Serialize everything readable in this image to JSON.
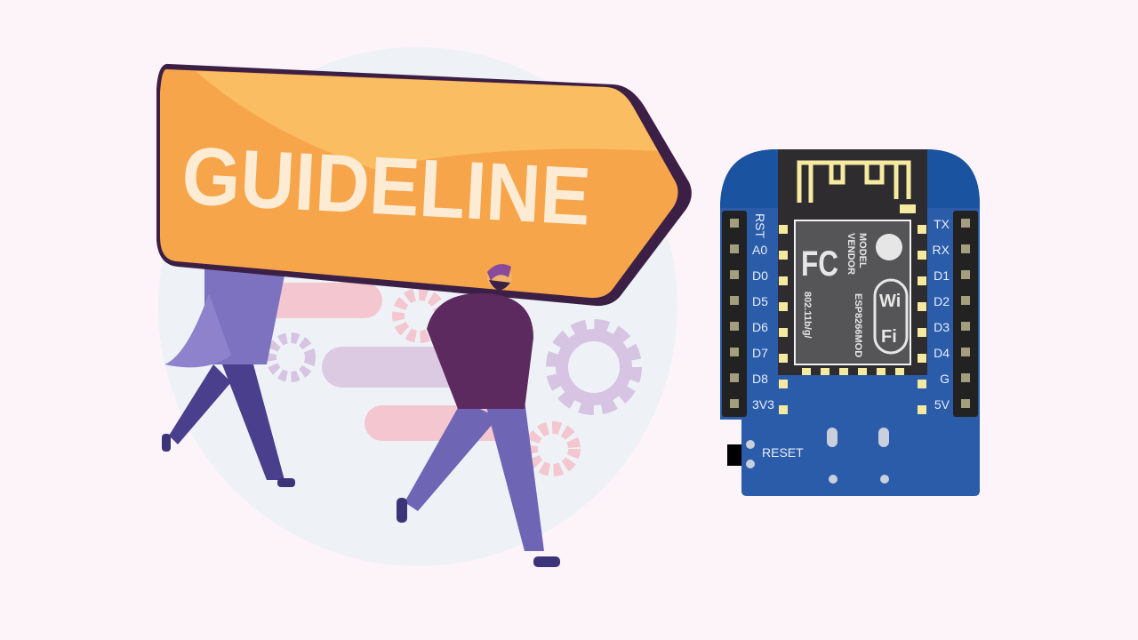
{
  "sign": {
    "text": "GUIDELINE"
  },
  "board": {
    "left_pins": [
      "RST",
      "A0",
      "D0",
      "D5",
      "D6",
      "D7",
      "D8",
      "3V3"
    ],
    "right_pins": [
      "TX",
      "RX",
      "D1",
      "D2",
      "D3",
      "D4",
      "G",
      "5V"
    ],
    "reset_label": "RESET",
    "chip": {
      "fcc": "FC",
      "model": "MODEL",
      "vendor": "VENDOR",
      "part": "ESP8266MOD",
      "standard": "802.11b/g/",
      "wifi_top": "Wi",
      "wifi_bottom": "Fi"
    }
  },
  "colors": {
    "background": "#fdf4f9",
    "sign": "#f7a54b",
    "board": "#2a5caa",
    "module": "#2e2c2e"
  }
}
